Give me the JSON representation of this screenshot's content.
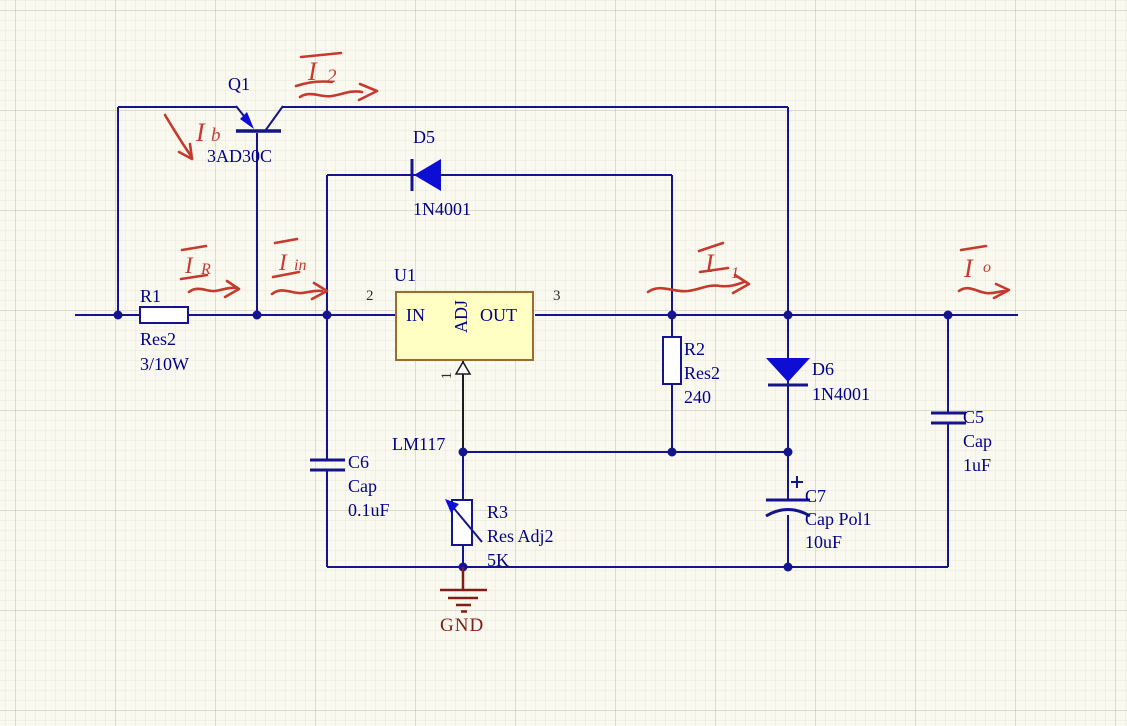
{
  "schematic": {
    "colors": {
      "background": "#faf9ef",
      "wire": "#14148c",
      "label_text": "#00008b",
      "diode_fill": "#0d0dd4",
      "regulator_fill": "#ffffc4",
      "regulator_border": "#9b6b2f",
      "ground": "#7e1e14",
      "annotation_red": "#c43a2e",
      "pin_number_text": "#2e2e2e"
    },
    "components": {
      "q1": {
        "designator": "Q1",
        "part": "3AD30C"
      },
      "d5": {
        "designator": "D5",
        "part": "1N4001"
      },
      "r1": {
        "designator": "R1",
        "part": "Res2",
        "value": "3/10W"
      },
      "u1": {
        "designator": "U1",
        "part": "LM117",
        "pin_in_label": "IN",
        "pin_out_label": "OUT",
        "pin_adj_label": "ADJ",
        "pin_in_number": "2",
        "pin_out_number": "3",
        "pin_adj_number": "1"
      },
      "r2": {
        "designator": "R2",
        "part": "Res2",
        "value": "240"
      },
      "d6": {
        "designator": "D6",
        "part": "1N4001"
      },
      "c5": {
        "designator": "C5",
        "part": "Cap",
        "value": "1uF"
      },
      "c6": {
        "designator": "C6",
        "part": "Cap",
        "value": "0.1uF"
      },
      "r3": {
        "designator": "R3",
        "part": "Res Adj2",
        "value": "5K"
      },
      "c7": {
        "designator": "C7",
        "part": "Cap Pol1",
        "value": "10uF",
        "polarity_mark": "+"
      },
      "gnd": {
        "label": "GND"
      }
    },
    "annotations": {
      "i2": {
        "main": "I",
        "sub": "2"
      },
      "ib": {
        "main": "I",
        "sub": "b"
      },
      "ir": {
        "main": "I",
        "sub": "R"
      },
      "iin": {
        "main": "I",
        "sub": "in"
      },
      "i1": {
        "main": "I",
        "sub": "1"
      },
      "io": {
        "main": "I",
        "sub": "o"
      }
    }
  }
}
